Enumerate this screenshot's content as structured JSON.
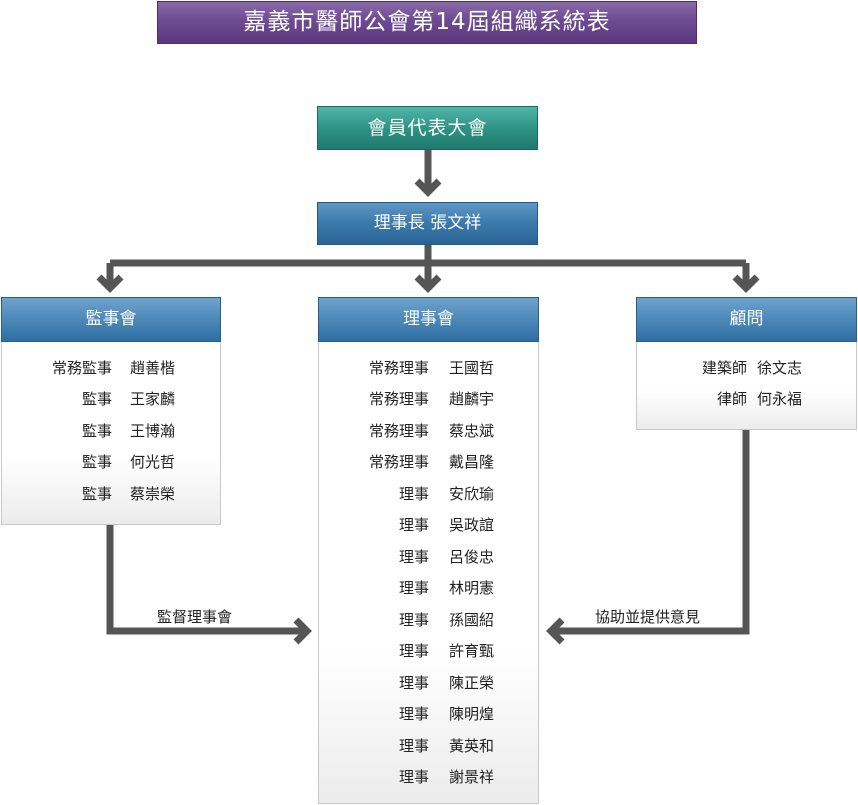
{
  "title": "嘉義市醫師公會第14屆組織系統表",
  "assembly": "會員代表大會",
  "chairman": "理事長 張文祥",
  "supervisors": {
    "header": "監事會",
    "members": [
      {
        "role": "常務監事",
        "name": "趙善楷"
      },
      {
        "role": "監事",
        "name": "王家麟"
      },
      {
        "role": "監事",
        "name": "王博瀚"
      },
      {
        "role": "監事",
        "name": "何光哲"
      },
      {
        "role": "監事",
        "name": "蔡崇榮"
      }
    ]
  },
  "directors": {
    "header": "理事會",
    "members": [
      {
        "role": "常務理事",
        "name": "王國哲"
      },
      {
        "role": "常務理事",
        "name": "趙麟宇"
      },
      {
        "role": "常務理事",
        "name": "蔡忠斌"
      },
      {
        "role": "常務理事",
        "name": "戴昌隆"
      },
      {
        "role": "理事",
        "name": "安欣瑜"
      },
      {
        "role": "理事",
        "name": "吳政誼"
      },
      {
        "role": "理事",
        "name": "呂俊忠"
      },
      {
        "role": "理事",
        "name": "林明憲"
      },
      {
        "role": "理事",
        "name": "孫國紹"
      },
      {
        "role": "理事",
        "name": "許育甄"
      },
      {
        "role": "理事",
        "name": "陳正榮"
      },
      {
        "role": "理事",
        "name": "陳明煌"
      },
      {
        "role": "理事",
        "name": "黃英和"
      },
      {
        "role": "理事",
        "name": "謝景祥"
      }
    ]
  },
  "advisors": {
    "header": "顧問",
    "members": [
      {
        "role": "建築師",
        "name": "徐文志"
      },
      {
        "role": "律師",
        "name": "何永福"
      }
    ]
  },
  "edges": {
    "supervise_label": "監督理事會",
    "assist_label": "協助並提供意見"
  },
  "colors": {
    "title_bg": "#6e4a92",
    "assembly_bg": "#2f9485",
    "header_bg": "#3b79ab",
    "arrow": "#555555"
  }
}
